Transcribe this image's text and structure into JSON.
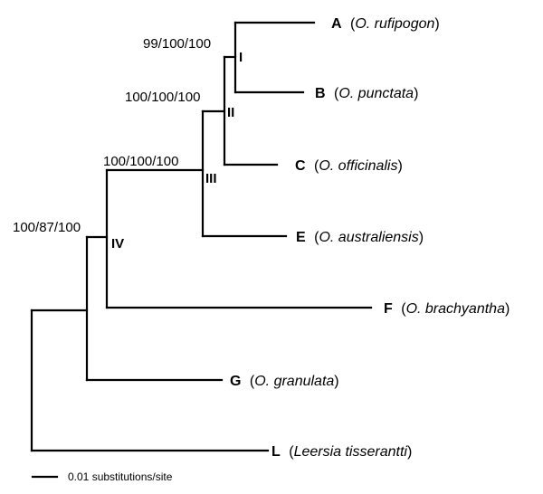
{
  "tree": {
    "taxa": [
      {
        "id": "A",
        "letter": "A",
        "open": "(",
        "genus": "O. rufipogon",
        "close": ")"
      },
      {
        "id": "B",
        "letter": "B",
        "open": "(",
        "genus": "O. punctata",
        "close": ")"
      },
      {
        "id": "C",
        "letter": "C",
        "open": "(",
        "genus": "O. officinalis",
        "close": ")"
      },
      {
        "id": "E",
        "letter": "E",
        "open": "(",
        "genus": "O. australiensis",
        "close": ")"
      },
      {
        "id": "F",
        "letter": "F",
        "open": "(",
        "genus": "O. brachyantha",
        "close": ")"
      },
      {
        "id": "G",
        "letter": "G",
        "open": "(",
        "genus": "O. granulata",
        "close": ")"
      },
      {
        "id": "L",
        "letter": "L",
        "open": "(",
        "genus": "Leersia tisserantti",
        "close": ")"
      }
    ],
    "nodes": [
      {
        "id": "I",
        "label": "I",
        "support": "99/100/100"
      },
      {
        "id": "II",
        "label": "II",
        "support": "100/100/100"
      },
      {
        "id": "III",
        "label": "III",
        "support": "100/100/100"
      },
      {
        "id": "IV",
        "label": "IV",
        "support": "100/87/100"
      }
    ],
    "scale_bar": {
      "label": "0.01 substitutions/site"
    }
  }
}
